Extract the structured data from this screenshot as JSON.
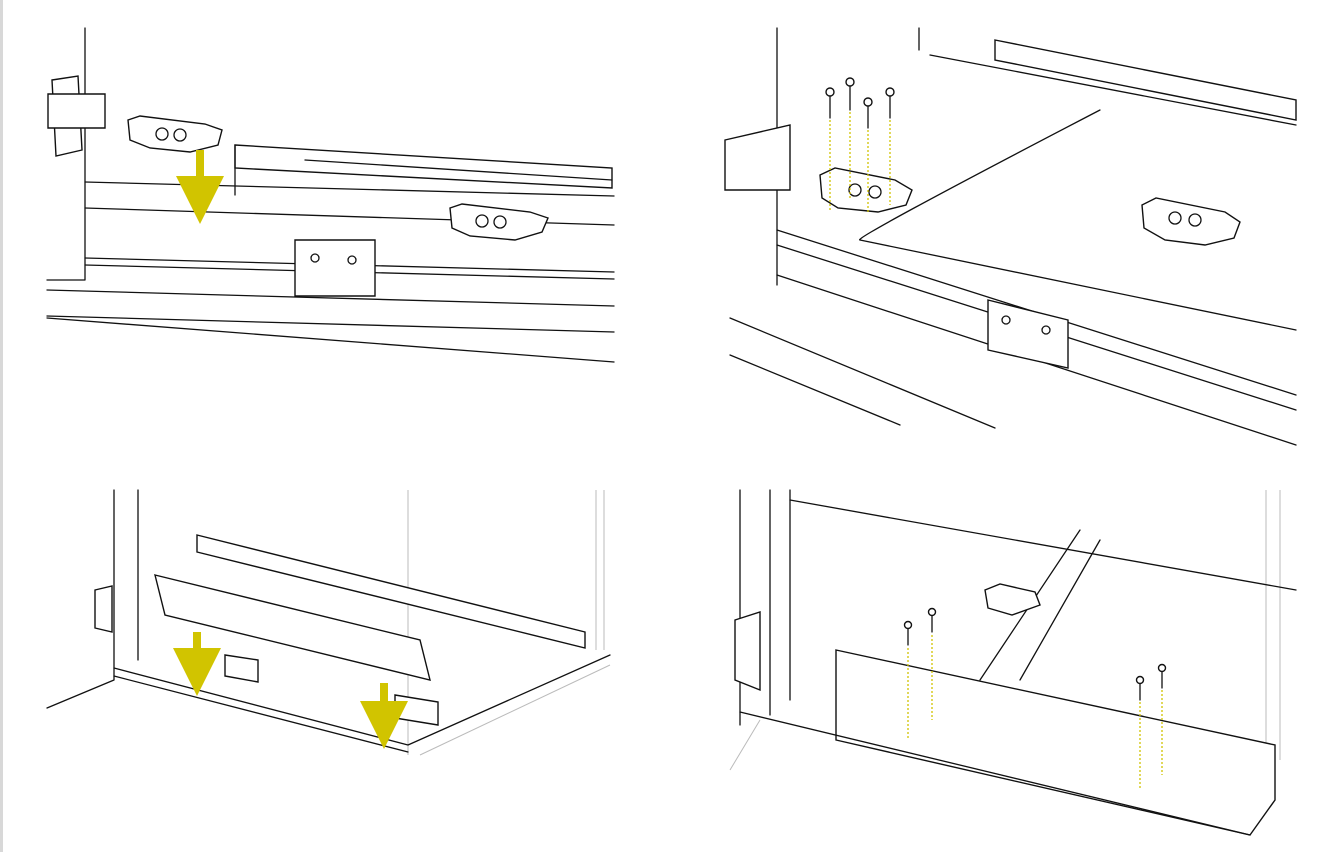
{
  "colors": {
    "accent": "#d1c400",
    "line": "#111111",
    "background": "#ffffff"
  },
  "steps": [
    {
      "id": "step-1",
      "action": "place-push-latches"
    },
    {
      "id": "step-2",
      "action": "screw-push-latches"
    },
    {
      "id": "step-3",
      "action": "insert-drawer-frame"
    },
    {
      "id": "step-4",
      "action": "screw-frame-brackets"
    }
  ]
}
